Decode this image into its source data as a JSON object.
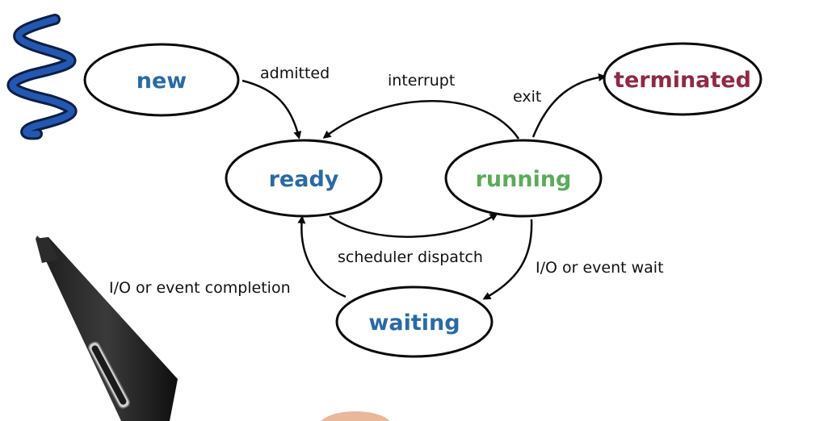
{
  "diagram": {
    "states": {
      "new": "new",
      "ready": "ready",
      "running": "running",
      "terminated": "terminated",
      "waiting": "waiting"
    },
    "transitions": {
      "admitted": "admitted",
      "interrupt": "interrupt",
      "exit": "exit",
      "scheduler_dispatch": "scheduler dispatch",
      "io_event_wait": "I/O or event wait",
      "io_event_completion": "I/O or event completion"
    }
  },
  "colors": {
    "new": "#2a6aa3",
    "ready": "#2a6aa3",
    "running": "#5bab5a",
    "terminated": "#8f2a44",
    "waiting": "#2a6aa3",
    "squiggle": "#1f4f9a",
    "outline": "#0a0a0a"
  },
  "icons": {
    "squiggle": "blue-squiggle-logo",
    "pen": "stylus-pen"
  }
}
